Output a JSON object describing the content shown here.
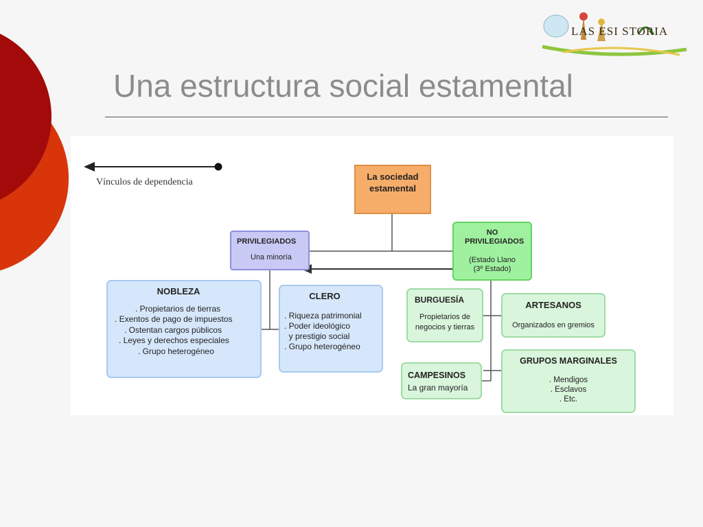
{
  "slide": {
    "title": "Una estructura social estamental",
    "logo": {
      "icon": "las-historia-logo-icon",
      "text": "LAS ESI STORIA"
    }
  },
  "colors": {
    "title": "#8c8c8c",
    "deco_dark_red": "#a30a0a",
    "deco_orange_red": "#d8350a",
    "root_fill": "#f6ad6a",
    "privileged_fill": "#c9c9f5",
    "non_privileged_fill": "#9ff19f",
    "privileged_groups_fill": "#d6e7fb",
    "non_privileged_groups_fill": "#d9f5dc"
  },
  "legend": {
    "label": "Vínculos de dependencia",
    "icon": "dependency-arrow-icon"
  },
  "diagram": {
    "root": {
      "line1": "La sociedad",
      "line2": "estamental"
    },
    "privileged": {
      "title": "PRIVILEGIADOS",
      "subtitle": "Una minoría"
    },
    "non_privileged": {
      "title": "NO PRIVILEGIADOS",
      "line1": "(Estado Llano",
      "line2": "(3º Estado)"
    },
    "nobleza": {
      "title": "NOBLEZA",
      "items": [
        ". Propietarios de tierras",
        ". Exentos de pago de impuestos",
        ". Ostentan cargos públicos",
        ". Leyes y derechos especiales",
        ". Grupo heterogéneo"
      ]
    },
    "clero": {
      "title": "CLERO",
      "items": [
        ". Riqueza patrimonial",
        ". Poder ideológico",
        "  y prestigio social",
        ". Grupo heterogéneo"
      ]
    },
    "burguesia": {
      "title": "BURGUESÍA",
      "line1": "Propietarios de",
      "line2": "negocios y tierras"
    },
    "artesanos": {
      "title": "ARTESANOS",
      "text": "Organizados en gremios"
    },
    "campesinos": {
      "title": "CAMPESINOS",
      "text": "La gran mayoría"
    },
    "marginales": {
      "title": "GRUPOS MARGINALES",
      "items": [
        ". Mendigos",
        ". Esclavos",
        ". Etc."
      ]
    }
  }
}
